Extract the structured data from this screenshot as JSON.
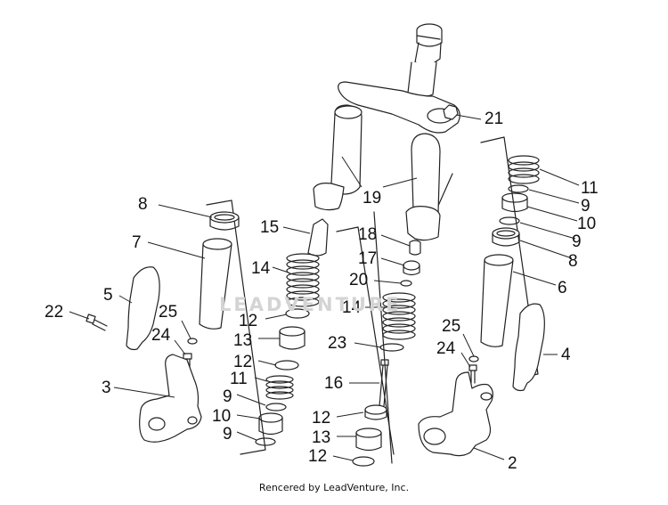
{
  "diagram": {
    "callouts": [
      "21",
      "19",
      "15",
      "18",
      "17",
      "20",
      "14",
      "14",
      "12",
      "13",
      "12",
      "11",
      "9",
      "10",
      "9",
      "23",
      "16",
      "12",
      "13",
      "12",
      "11",
      "9",
      "10",
      "9",
      "8",
      "6",
      "25",
      "24",
      "4",
      "8",
      "7",
      "5",
      "22",
      "25",
      "24",
      "3",
      "2"
    ]
  },
  "watermark": {
    "text": "LEADVENTURE"
  },
  "footer": {
    "credit": "Rencered by LeadVenture, Inc."
  }
}
